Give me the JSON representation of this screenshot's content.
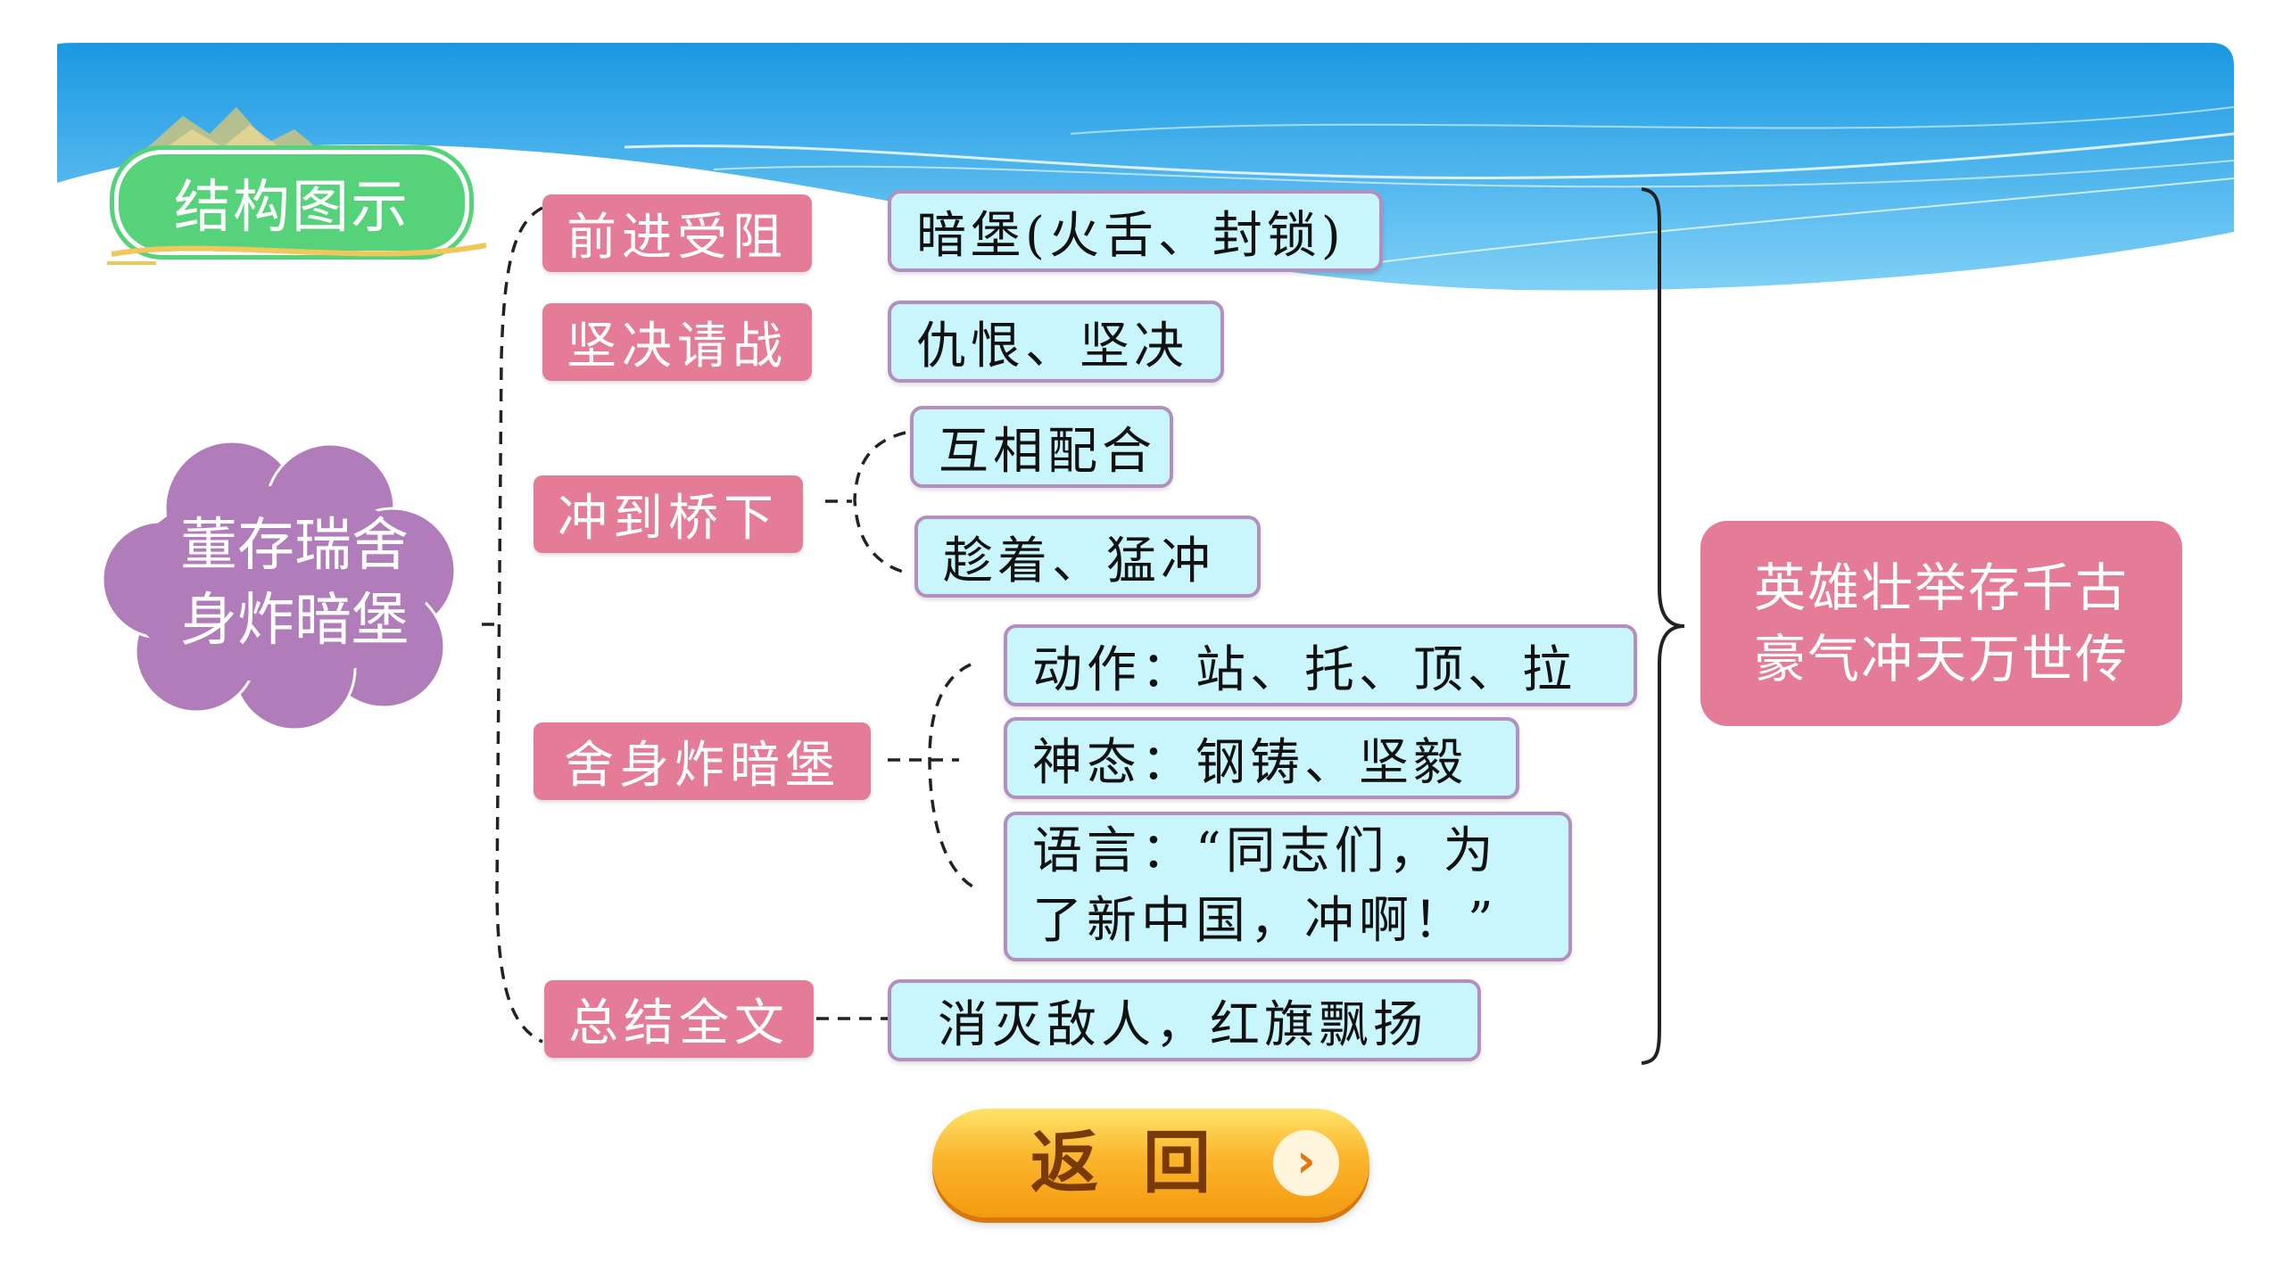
{
  "header": {
    "title": "结构图示"
  },
  "central_topic": {
    "line1": "董存瑞舍",
    "line2": "身炸暗堡"
  },
  "branches": [
    {
      "label": "前进受阻",
      "details": [
        "暗堡(火舌、封锁)"
      ]
    },
    {
      "label": "坚决请战",
      "details": [
        "仇恨、坚决"
      ]
    },
    {
      "label": "冲到桥下",
      "details": [
        "互相配合",
        "趁着、猛冲"
      ]
    },
    {
      "label": "舍身炸暗堡",
      "details": [
        "动作：站、托、顶、拉",
        "神态：钢铸、坚毅",
        "语言：“同志们，为",
        "了新中国，冲啊！”"
      ]
    },
    {
      "label": "总结全文",
      "details": [
        "消灭敌人，红旗飘扬"
      ]
    }
  ],
  "summary": {
    "line1": "英雄壮举存千古",
    "line2": "豪气冲天万世传"
  },
  "return_button": {
    "label": "返回",
    "icon": "chevron-right-icon"
  },
  "colors": {
    "banner_blue": "#1ea0e6",
    "title_green": "#55d27a",
    "branch_pink": "#e57c97",
    "detail_cyan": "#c9f6fc",
    "detail_border": "#b28fbe",
    "cloud_purple": "#b07cba",
    "button_orange": "#f7a51c"
  }
}
